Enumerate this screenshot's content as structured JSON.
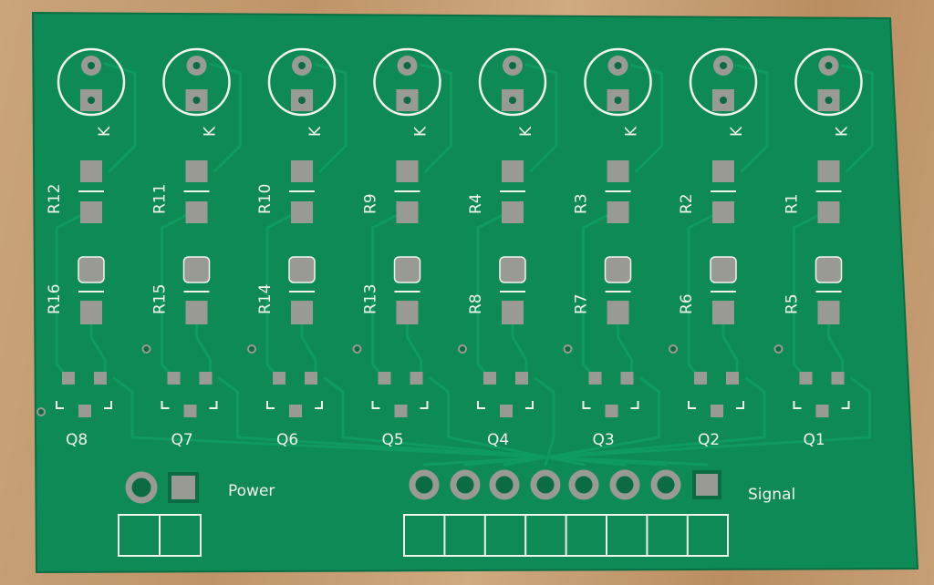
{
  "board": {
    "colors": {
      "solder_mask": "#0d8a55",
      "trace": "#0f9a60",
      "copper_pad": "#9a9a95",
      "silkscreen": "#f2f4ee",
      "wood": "#c49a6c"
    },
    "columns": [
      {
        "led_mark": "K",
        "r_top": "R12",
        "r_bottom": "R16",
        "q": "Q8"
      },
      {
        "led_mark": "K",
        "r_top": "R11",
        "r_bottom": "R15",
        "q": "Q7"
      },
      {
        "led_mark": "K",
        "r_top": "R10",
        "r_bottom": "R14",
        "q": "Q6"
      },
      {
        "led_mark": "K",
        "r_top": "R9",
        "r_bottom": "R13",
        "q": "Q5"
      },
      {
        "led_mark": "K",
        "r_top": "R4",
        "r_bottom": "R8",
        "q": "Q4"
      },
      {
        "led_mark": "K",
        "r_top": "R3",
        "r_bottom": "R7",
        "q": "Q3"
      },
      {
        "led_mark": "K",
        "r_top": "R2",
        "r_bottom": "R6",
        "q": "Q2"
      },
      {
        "led_mark": "K",
        "r_top": "R1",
        "r_bottom": "R5",
        "q": "Q1"
      }
    ],
    "power_label": "Power",
    "signal_label": "Signal"
  }
}
